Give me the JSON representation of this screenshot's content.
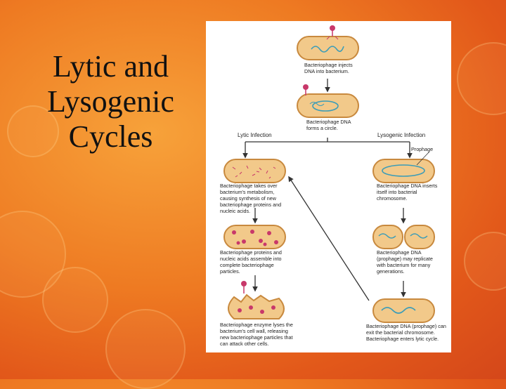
{
  "slide": {
    "title_lines": [
      "Lytic and",
      "Lysogenic",
      "Cycles"
    ]
  },
  "diagram": {
    "step1_caption": "Bacteriophage injects DNA into bacterium.",
    "step2_caption": "Bacteriophage DNA forms a circle.",
    "lytic_header": "Lytic Infection",
    "lysogenic_header": "Lysogenic Infection",
    "prophage_label": "Prophage",
    "lytic_step1_caption": "Bacteriophage takes over bacterium's metabolism, causing synthesis of new bacteriophage proteins and nucleic acids.",
    "lytic_step2_caption": "Bacteriophage proteins and nucleic acids assemble into complete bacteriophage particles.",
    "lytic_step3_caption": "Bacteriophage enzyme lyses the bacterium's cell wall, releasing new bacteriophage particles that can attack other cells.",
    "lyso_step1_caption": "Bacteriophage DNA inserts itself into bacterial chromosome.",
    "lyso_step2_caption": "Bacteriophage DNA (prophage) may replicate with bacterium for many generations.",
    "lyso_step3_caption": "Bacteriophage DNA (prophage) can exit the bacterial chromosome. Bacteriophage enters lytic cycle.",
    "colors": {
      "cell_fill": "#f2c98a",
      "cell_stroke": "#c8893e",
      "dna": "#3a9cb8",
      "phage": "#c8386a",
      "arrow": "#333333"
    }
  }
}
